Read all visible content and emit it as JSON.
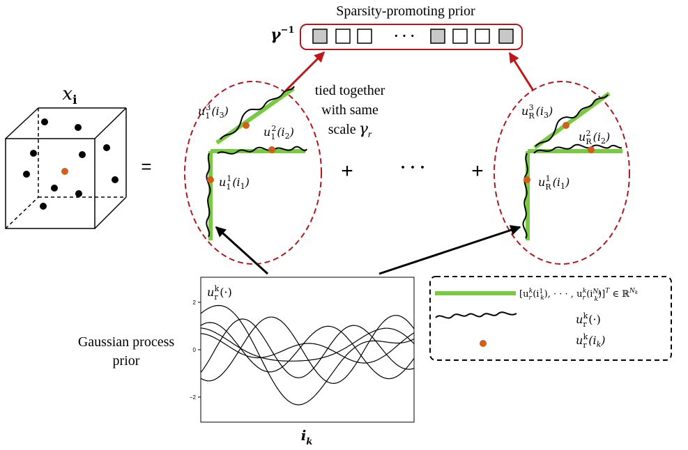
{
  "prior": {
    "title": "Sparsity-promoting prior",
    "gamma_label": "γ",
    "gamma_sup": "−1",
    "cells": [
      true,
      false,
      false,
      true,
      false,
      false,
      true
    ],
    "dots": "· · ·"
  },
  "tensor": {
    "label_x": "x",
    "label_sub": "i"
  },
  "equation": {
    "equals": "=",
    "plus": "+",
    "ellipsis": "· · ·"
  },
  "tie_note": {
    "line1": "tied together",
    "line2": "with  same",
    "line3_prefix": "scale",
    "line3_symbol": "γ",
    "line3_sub": "r"
  },
  "component_1": {
    "u3": {
      "base": "u",
      "sub": "1",
      "sup": "3",
      "arg": "(i",
      "arg_sub": "3",
      "close": ")"
    },
    "u2": {
      "base": "u",
      "sub": "1",
      "sup": "2",
      "arg": "(i",
      "arg_sub": "2",
      "close": ")"
    },
    "u1": {
      "base": "u",
      "sub": "1",
      "sup": "1",
      "arg": "(i",
      "arg_sub": "1",
      "close": ")"
    }
  },
  "component_R": {
    "u3": {
      "base": "u",
      "sub": "R",
      "sup": "3",
      "arg": "(i",
      "arg_sub": "3",
      "close": ")"
    },
    "u2": {
      "base": "u",
      "sub": "R",
      "sup": "2",
      "arg": "(i",
      "arg_sub": "2",
      "close": ")"
    },
    "u1": {
      "base": "u",
      "sub": "R",
      "sup": "1",
      "arg": "(i",
      "arg_sub": "1",
      "close": ")"
    }
  },
  "gp": {
    "label_line1": "Gaussian process",
    "label_line2": "prior",
    "plot_label": {
      "base": "u",
      "sub": "r",
      "sup": "k",
      "arg": "(·)"
    },
    "yticks": [
      "2",
      "0",
      "−2"
    ],
    "xlabel": {
      "base": "i",
      "sub": "k"
    }
  },
  "legend": {
    "vector": {
      "text": "[u",
      "sub": "r",
      "sup": "k",
      "mid": "(i",
      "mid_sup": "1",
      "mid_sub": "k",
      "rest": "), · · · , u",
      "rest_sub": "r",
      "rest_sup": "k",
      "end": "(i",
      "end_sup": "N",
      "end_sup_sub": "k",
      "end_sub": "k",
      "close": ")]",
      "T": "T",
      "in": " ∈ ℝ",
      "R_sup": "N",
      "R_sup_sub": "k"
    },
    "function": {
      "base": "u",
      "sub": "r",
      "sup": "k",
      "arg": "(·)"
    },
    "point": {
      "base": "u",
      "sub": "r",
      "sup": "k",
      "arg": "(i",
      "arg_sub": "k",
      "close": ")"
    }
  },
  "colors": {
    "dashed_red": "#b0161b",
    "box_red": "#b0161b",
    "arrow_red": "#c0161b",
    "green": "#7ac943",
    "orange": "#d05f17",
    "cell_grey": "#c8c8c8"
  }
}
